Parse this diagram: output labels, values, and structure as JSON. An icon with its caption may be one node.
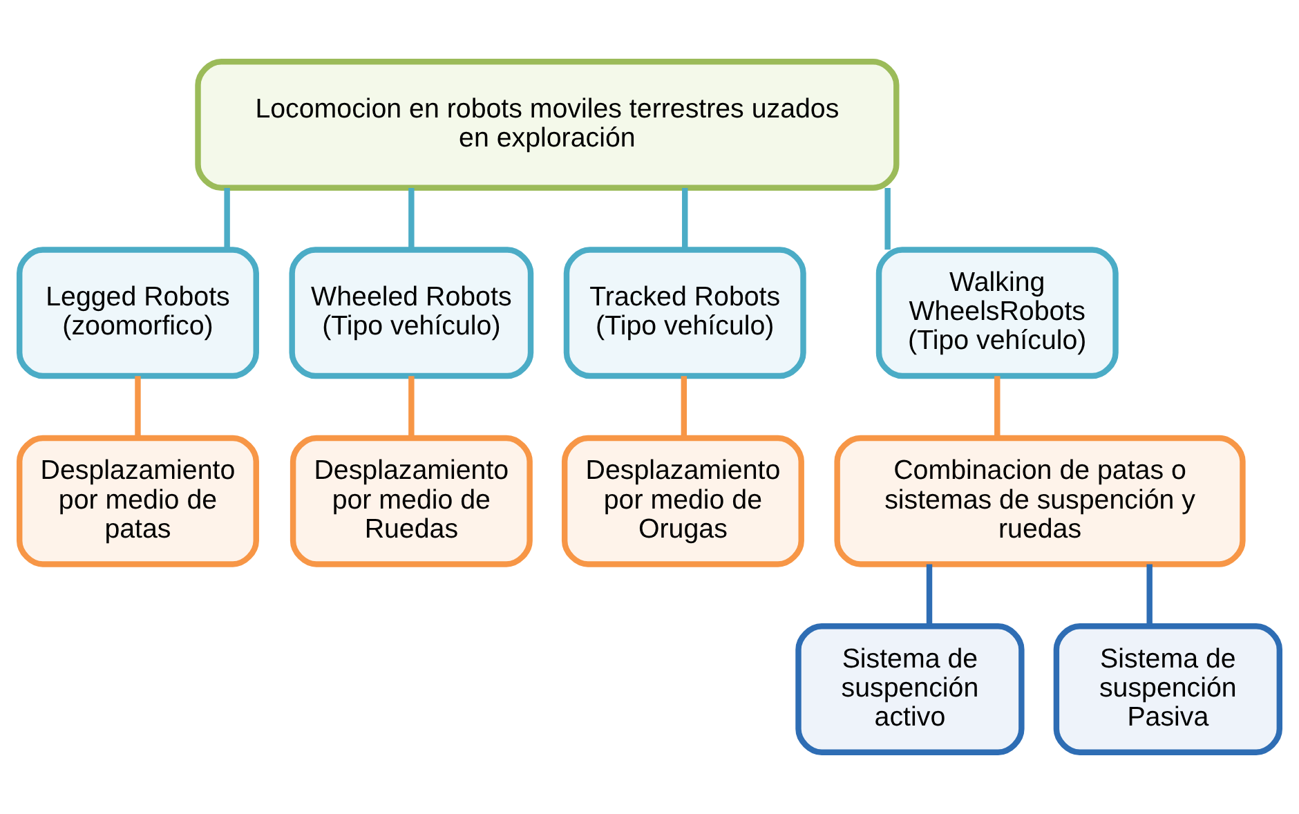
{
  "diagram": {
    "nodes": [
      {
        "text": [
          "Locomocion en robots moviles terrestres uzados en exploración"
        ]
      },
      {
        "text": [
          "Legged Robots (zoomorfico)"
        ]
      },
      {
        "text": [
          "Wheeled Robots (Tipo vehículo)"
        ]
      },
      {
        "text": [
          "Tracked Robots (Tipo vehículo)"
        ]
      },
      {
        "text": [
          "Walking WheelsRobots (Tipo vehículo)"
        ]
      },
      {
        "text": [
          "Desplazamiento por medio de patas"
        ]
      },
      {
        "text": [
          "Desplazamiento por medio de Ruedas"
        ]
      },
      {
        "text": [
          "Desplazamiento por medio de Orugas"
        ]
      },
      {
        "text": [
          "Combinacion de patas o sistemas de suspención y ruedas"
        ]
      },
      {
        "text": [
          "Sistema de suspención activo"
        ]
      },
      {
        "text": [
          "Sistema de suspención Pasiva"
        ]
      }
    ],
    "edges": [
      {
        "from": 0,
        "to": 1,
        "arrow": "none",
        "color": "#4bacc6"
      },
      {
        "from": 0,
        "to": 2,
        "arrow": "none",
        "color": "#4bacc6"
      },
      {
        "from": 0,
        "to": 3,
        "arrow": "none",
        "color": "#4bacc6"
      },
      {
        "from": 0,
        "to": 4,
        "arrow": "none",
        "color": "#4bacc6"
      },
      {
        "from": 1,
        "to": 5,
        "arrow": "none",
        "color": "#f79646"
      },
      {
        "from": 2,
        "to": 6,
        "arrow": "none",
        "color": "#f79646"
      },
      {
        "from": 3,
        "to": 7,
        "arrow": "none",
        "color": "#f79646"
      },
      {
        "from": 4,
        "to": 8,
        "arrow": "none",
        "color": "#f79646"
      },
      {
        "from": 8,
        "to": 9,
        "arrow": "none",
        "color": "#2e6db4"
      },
      {
        "from": 8,
        "to": 10,
        "arrow": "none",
        "color": "#2e6db4"
      }
    ]
  }
}
